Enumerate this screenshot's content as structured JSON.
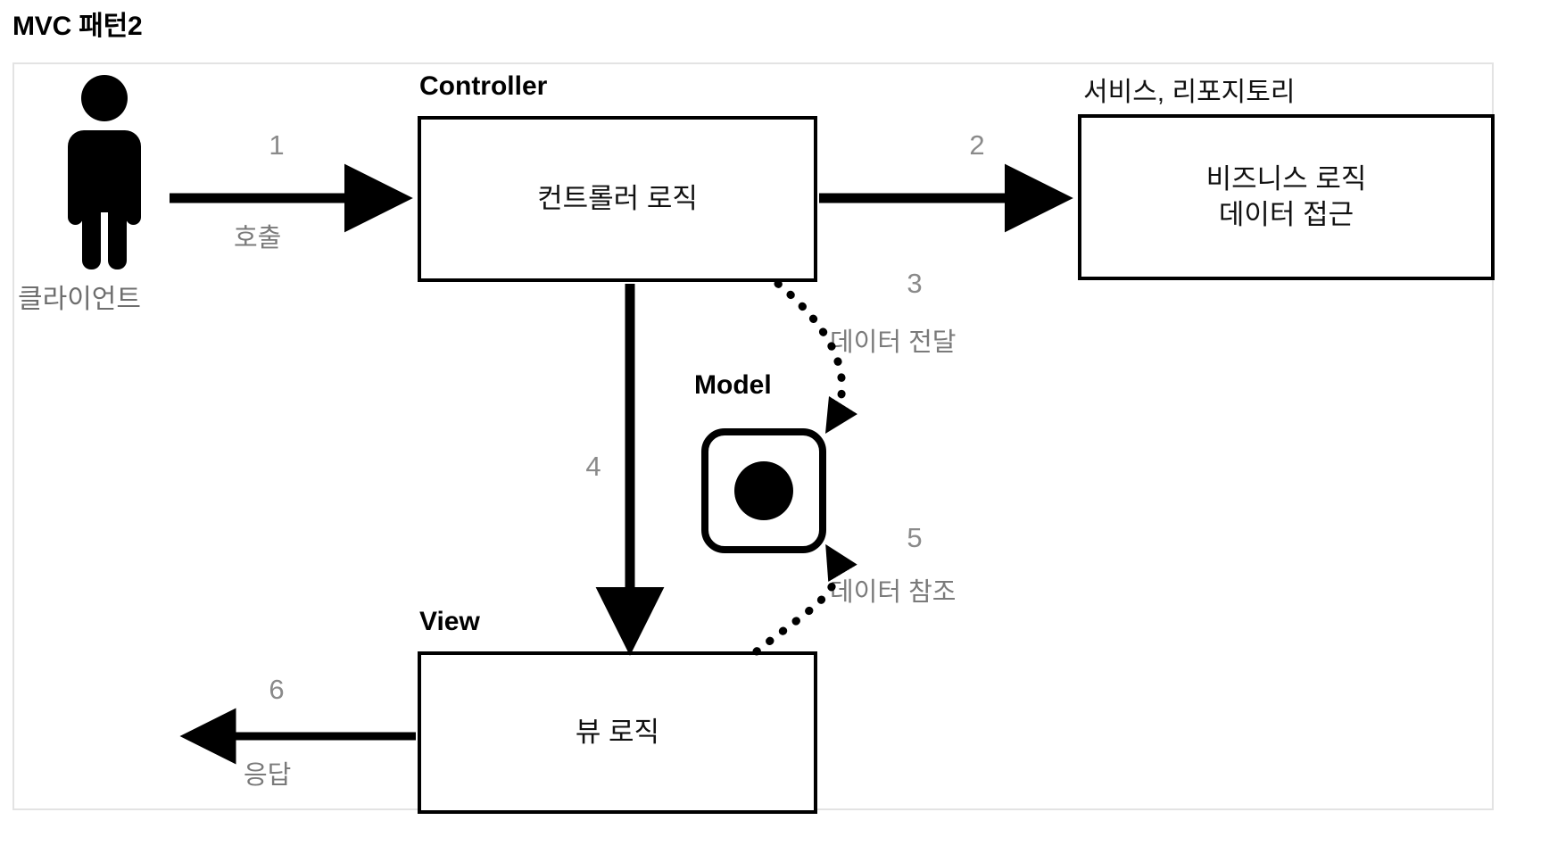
{
  "title": "MVC 패턴2",
  "nodes": {
    "client": {
      "icon": "person-icon",
      "label": "클라이언트"
    },
    "controller": {
      "caption": "Controller",
      "body": "컨트롤러 로직"
    },
    "service": {
      "caption": "서비스, 리포지토리",
      "body_line1": "비즈니스 로직",
      "body_line2": "데이터 접근"
    },
    "model": {
      "caption": "Model",
      "icon": "filled-circle-icon"
    },
    "view": {
      "caption": "View",
      "body": "뷰 로직"
    }
  },
  "edges": [
    {
      "number": "1",
      "label": "호출",
      "from": "client",
      "to": "controller",
      "style": "solid"
    },
    {
      "number": "2",
      "label": "",
      "from": "controller",
      "to": "service",
      "style": "solid"
    },
    {
      "number": "3",
      "label": "데이터 전달",
      "from": "controller",
      "to": "model",
      "style": "dotted"
    },
    {
      "number": "4",
      "label": "",
      "from": "controller",
      "to": "view",
      "style": "solid"
    },
    {
      "number": "5",
      "label": "데이터 참조",
      "from": "view",
      "to": "model",
      "style": "dotted"
    },
    {
      "number": "6",
      "label": "응답",
      "from": "view",
      "to": "client",
      "style": "solid"
    }
  ],
  "colors": {
    "stroke": "#000000",
    "frame_border": "#e3e3e3",
    "label_gray": "#7a7a7a",
    "caption_gray": "#6e6e6e",
    "background": "#ffffff"
  }
}
